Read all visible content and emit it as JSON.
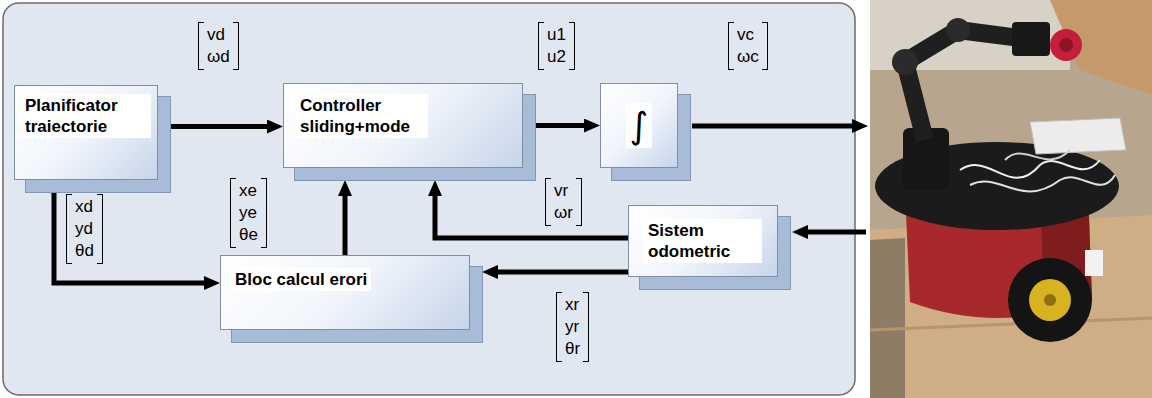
{
  "diagram": {
    "nodes": [
      {
        "text": [
          "Planificator traiectorie"
        ]
      },
      {
        "text": [
          "Controller sliding+mode"
        ]
      },
      {
        "text": [
          "∫"
        ]
      },
      {
        "text": [
          "Sistem odometric"
        ]
      },
      {
        "text": [
          "Bloc calcul erori"
        ]
      }
    ],
    "edges": [
      {
        "from": 0,
        "to": 1,
        "arrow": "to",
        "label": "vd ωd"
      },
      {
        "from": 1,
        "to": 2,
        "arrow": "to",
        "label": "u1 u2"
      },
      {
        "from": 0,
        "to": 4,
        "arrow": "to",
        "label": "xd yd θd"
      },
      {
        "from": 4,
        "to": 1,
        "arrow": "to",
        "label": "xe ye θe"
      },
      {
        "from": 3,
        "to": 1,
        "arrow": "to",
        "label": "vr ωr"
      },
      {
        "from": 3,
        "to": 4,
        "arrow": "to",
        "label": "xr yr θr"
      }
    ],
    "labels": [
      "vc ωc"
    ]
  }
}
